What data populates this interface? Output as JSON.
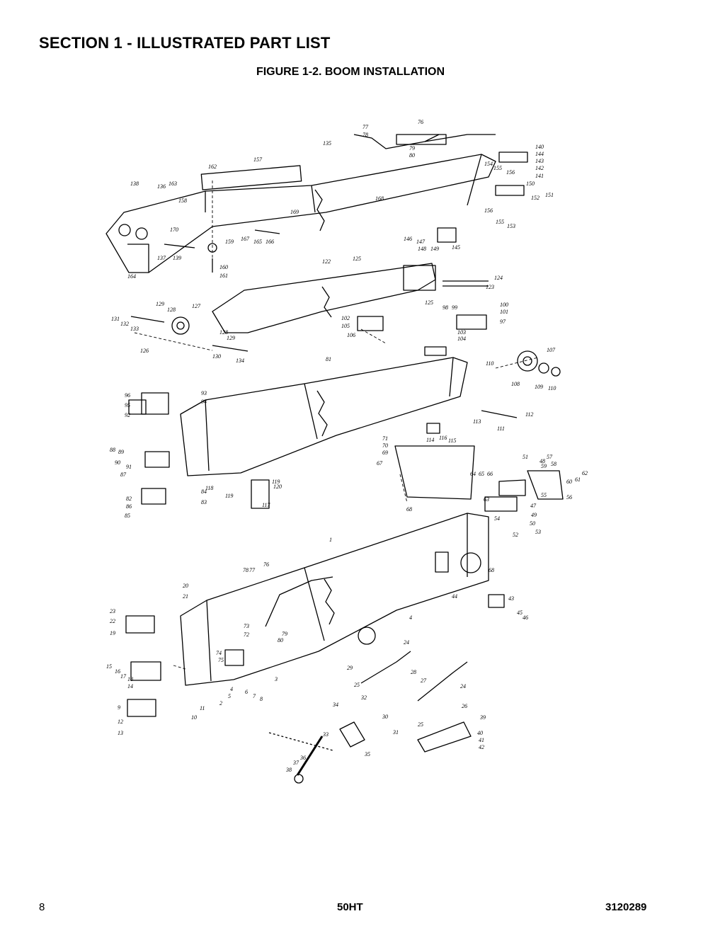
{
  "header": {
    "section_title": "SECTION 1 - ILLUSTRATED PART LIST",
    "figure_title": "FIGURE 1-2. BOOM INSTALLATION"
  },
  "footer": {
    "page_number": "8",
    "model": "50HT",
    "document_number": "3120289"
  },
  "callouts": [
    "1",
    "2",
    "3",
    "4",
    "5",
    "6",
    "7",
    "8",
    "9",
    "10",
    "11",
    "12",
    "13",
    "14",
    "15",
    "16",
    "17",
    "18",
    "19",
    "20",
    "21",
    "22",
    "23",
    "24",
    "25",
    "26",
    "27",
    "28",
    "29",
    "30",
    "31",
    "32",
    "33",
    "34",
    "35",
    "36",
    "37",
    "38",
    "39",
    "40",
    "41",
    "42",
    "43",
    "44",
    "45",
    "46",
    "47",
    "48",
    "49",
    "50",
    "51",
    "52",
    "53",
    "54",
    "55",
    "56",
    "57",
    "58",
    "59",
    "60",
    "61",
    "62",
    "63",
    "64",
    "65",
    "66",
    "67",
    "68",
    "69",
    "70",
    "71",
    "72",
    "73",
    "74",
    "75",
    "76",
    "77",
    "78",
    "79",
    "80",
    "81",
    "82",
    "83",
    "84",
    "85",
    "86",
    "87",
    "88",
    "89",
    "90",
    "91",
    "92",
    "93",
    "94",
    "95",
    "96",
    "97",
    "98",
    "99",
    "100",
    "101",
    "102",
    "103",
    "104",
    "105",
    "106",
    "107",
    "108",
    "109",
    "110",
    "111",
    "112",
    "113",
    "114",
    "115",
    "116",
    "117",
    "118",
    "119",
    "120",
    "121",
    "122",
    "123",
    "124",
    "125",
    "126",
    "127",
    "128",
    "129",
    "130",
    "131",
    "132",
    "133",
    "134",
    "135",
    "136",
    "137",
    "138",
    "139",
    "140",
    "141",
    "142",
    "143",
    "144",
    "145",
    "146",
    "147",
    "148",
    "149",
    "150",
    "151",
    "152",
    "153",
    "154",
    "155",
    "156",
    "157",
    "158",
    "159",
    "160",
    "161",
    "162",
    "163",
    "164",
    "165",
    "166",
    "167",
    "168",
    "169",
    "170"
  ]
}
